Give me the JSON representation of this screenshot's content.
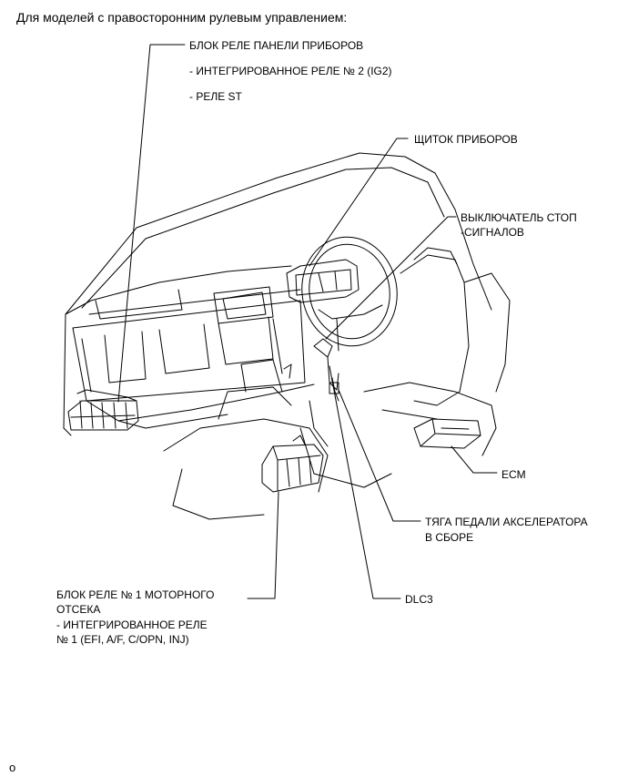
{
  "heading": "Для моделей с правосторонним рулевым управлением:",
  "labels": {
    "instrument_relay_block": "БЛОК РЕЛЕ ПАНЕЛИ ПРИБОРОВ",
    "ig2_relay": "- ИНТЕГРИРОВАННОЕ РЕЛЕ № 2 (IG2)",
    "st_relay": "- РЕЛЕ ST",
    "combination_meter": "ЩИТОК ПРИБОРОВ",
    "stop_switch_line1": "ВЫКЛЮЧАТЕЛЬ СТОП",
    "stop_switch_line2": "-СИГНАЛОВ",
    "ecm": "ECM",
    "accel_pedal_line1": "ТЯГА ПЕДАЛИ АКСЕЛЕРАТОРА",
    "accel_pedal_line2": "В СБОРЕ",
    "dlc3": "DLC3",
    "engine_relay_line1": "БЛОК РЕЛЕ № 1 МОТОРНОГО",
    "engine_relay_line2": "ОТСЕКА",
    "engine_relay_line3": "- ИНТЕГРИРОВАННОЕ РЕЛЕ",
    "engine_relay_line4": "№ 1 (EFI, A/F, C/OPN, INJ)"
  },
  "footer_mark": "o"
}
